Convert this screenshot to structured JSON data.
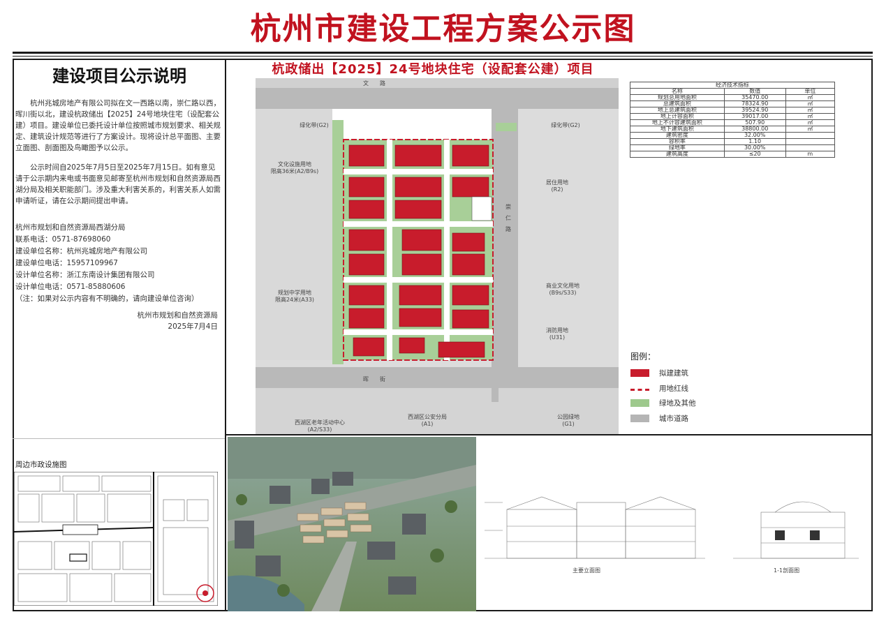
{
  "main_title": "杭州市建设工程方案公示图",
  "notice": {
    "title": "建设项目公示说明",
    "paragraphs": [
      "杭州兆城房地产有限公司拟在文一西路以南，崇仁路以西，晖川街以北，建设杭政储出【2025】24号地块住宅（设配套公建）项目。建设单位已委托设计单位按照城市规划要求、相关规定、建筑设计规范等进行了方案设计。现将设计总平面图、主要立面图、剖面图及鸟瞰图予以公示。",
      "公示时间自2025年7月5日至2025年7月15日。如有意见请于公示期内来电或书面意见邮寄至杭州市规划和自然资源局西湖分局及相关职能部门。涉及重大利害关系的，利害关系人如需申请听证，请在公示期间提出申请。"
    ],
    "contacts": [
      "杭州市规划和自然资源局西湖分局",
      "联系电话：0571-87698060",
      "建设单位名称：杭州兆城房地产有限公司",
      "建设单位电话：15957109967",
      "设计单位名称：浙江东南设计集团有限公司",
      "设计单位电话：0571-85880606",
      "（注：如果对公示内容有不明确的，请向建设单位咨询）"
    ],
    "signature_org": "杭州市规划和自然资源局",
    "signature_date": "2025年7月4日"
  },
  "location_map_label": "周边市政设施图",
  "project_title": "杭政储出【2025】24号地块住宅（设配套公建）项目",
  "site_labels": {
    "road_north": "文　　路",
    "road_east": "崇　仁　路",
    "road_south": "晖　　街",
    "green_left": "绿化带(G2)",
    "green_right": "绿化带(G2)",
    "plot_left_upper": "文化设施用地\n限高36米(A2/B9s)",
    "plot_left_lower": "规划中学用地\n限高24米(A33)",
    "plot_right_1": "居住用地\n(R2)",
    "plot_right_2": "商业文化用地\n(B9s/S33)",
    "plot_right_3": "消防用地\n(U31)",
    "plot_bottom_1": "西湖区老年活动中心\n(A2/S33)",
    "plot_bottom_2": "西湖区公安分局\n(A1)",
    "plot_bottom_3": "公园绿地\n(G1)"
  },
  "tech_table": {
    "caption": "经济技术指标",
    "headers": [
      "名称",
      "数值",
      "单位"
    ],
    "rows": [
      [
        "规划总用地面积",
        "35470.00",
        "㎡"
      ],
      [
        "总建筑面积",
        "78324.90",
        "㎡"
      ],
      [
        "地上总建筑面积",
        "39524.90",
        "㎡"
      ],
      [
        "地上计容面积",
        "39017.00",
        "㎡"
      ],
      [
        "地上不计容建筑面积",
        "507.90",
        "㎡"
      ],
      [
        "地下建筑面积",
        "38800.00",
        "㎡"
      ],
      [
        "建筑密度",
        "32.00%",
        ""
      ],
      [
        "容积率",
        "1.10",
        ""
      ],
      [
        "绿地率",
        "30.00%",
        ""
      ],
      [
        "建筑高度",
        "≤20",
        "m"
      ]
    ]
  },
  "legend": {
    "title": "图例：",
    "items": [
      {
        "label": "拟建建筑",
        "color": "#c81c2c"
      },
      {
        "label": "用地红线",
        "color": "#c81c2c"
      },
      {
        "label": "绿地及其他",
        "color": "#9ec98d"
      },
      {
        "label": "城市道路",
        "color": "#b5b5b5"
      }
    ]
  },
  "elevations": {
    "caption_main": "主要立面图",
    "caption_section": "1-1剖面图"
  }
}
